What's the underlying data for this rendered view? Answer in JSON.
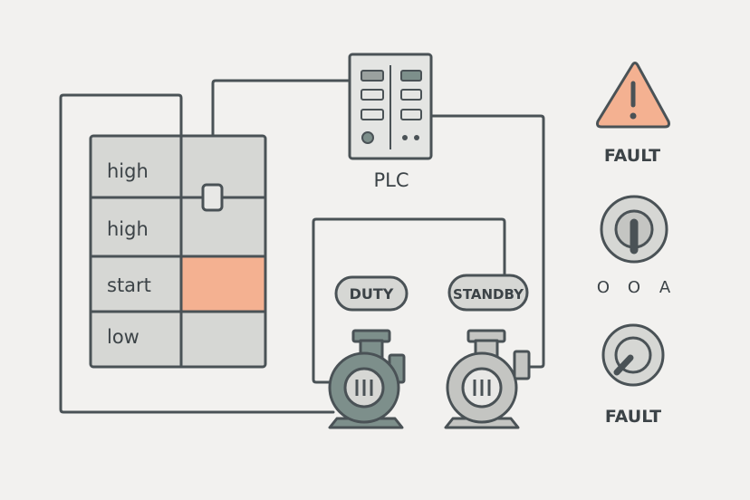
{
  "colors": {
    "background": "#f2f1ef",
    "line": "#4a5256",
    "tank_fill": "#d6d7d4",
    "accent": "#f4b191",
    "duty_pump": "#7d8f8b",
    "standby_pump": "#c4c5c2",
    "plc_body": "#e4e5e3",
    "plc_module": "#9aa19f"
  },
  "tank": {
    "levels": [
      "high",
      "high",
      "start",
      "low"
    ],
    "active_level": "start"
  },
  "plc": {
    "label": "PLC"
  },
  "pumps": [
    {
      "tag": "DUTY",
      "state": "duty"
    },
    {
      "tag": "STANDBY",
      "state": "standby"
    }
  ],
  "panel": {
    "fault_warning_label": "FAULT",
    "warning_icon": "warning-triangle-icon",
    "selector_icon": "selector-switch-icon",
    "selector_positions": [
      "O",
      "O",
      "A"
    ],
    "reset_icon": "fault-reset-knob-icon",
    "fault_reset_label": "FAULT"
  }
}
